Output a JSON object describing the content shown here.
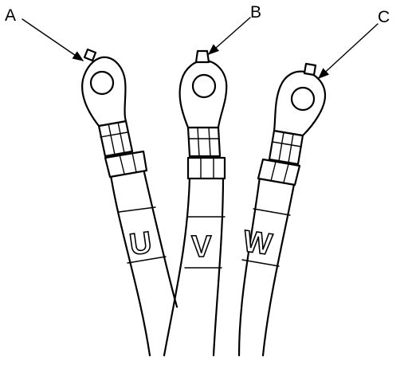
{
  "callouts": {
    "a": "A",
    "b": "B",
    "c": "C"
  },
  "cable_tags": {
    "u": "U",
    "v": "V",
    "w": "W"
  },
  "colors": {
    "line": "#000000",
    "background": "#ffffff"
  }
}
